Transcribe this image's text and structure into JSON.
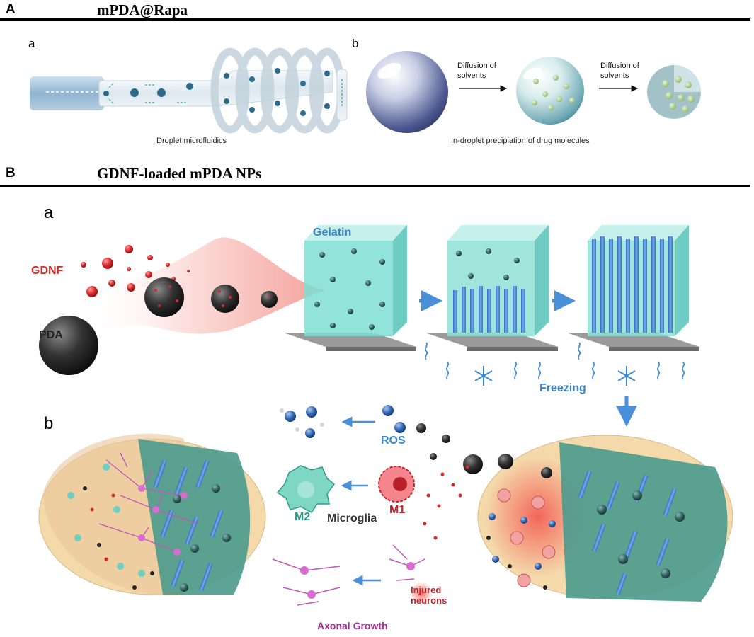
{
  "panel_a": {
    "letter": "A",
    "title": "mPDA@Rapa",
    "sub_a": "a",
    "sub_b": "b",
    "caption_left": "Droplet microfluidics",
    "caption_right": "In-droplet precipiation of drug molecules",
    "arrow1_label": [
      "Diffusion of",
      "solvents"
    ],
    "arrow2_label": [
      "Diffusion of",
      "solvents"
    ]
  },
  "panel_b": {
    "letter": "B",
    "title": "GDNF-loaded mPDA NPs",
    "sub_a": "a",
    "sub_b": "b",
    "labels": {
      "gdnf": "GDNF",
      "pda": "PDA",
      "gelatin": "Gelatin",
      "freezing": "Freezing",
      "ros": "ROS",
      "m2": "M2",
      "m1": "M1",
      "microglia": "Microglia",
      "injured": [
        "Injured",
        "neurons"
      ],
      "axonal": "Axonal Growth"
    },
    "colors": {
      "gdnf_red": "#d42a2a",
      "label_blue": "#3b86c8",
      "m2_teal": "#2b9c8a",
      "m1_red": "#c0262f",
      "axon_purple": "#a0309a",
      "gel_teal": "#6fd3c9",
      "fiber_blue": "#3d7fd6"
    }
  }
}
